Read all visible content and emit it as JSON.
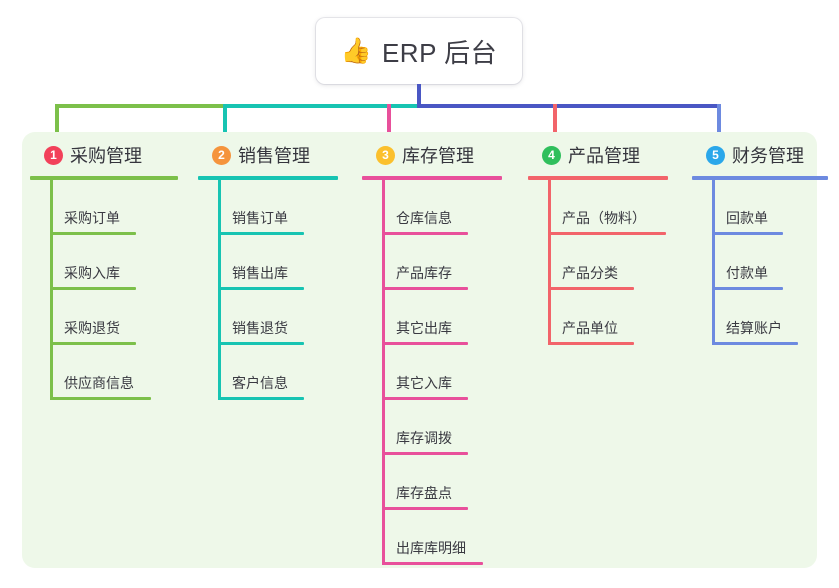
{
  "root": {
    "emoji": "👍",
    "emoji_name": "thumbs-up-icon",
    "label": "ERP 后台"
  },
  "palette": {
    "panel_bg": "#eef8e9",
    "page_bg": "#ffffff",
    "text": "#35353d",
    "trunk_center": "#4a57c4",
    "col1": "#7cc04a",
    "col2": "#17c4b2",
    "col3": "#e8509b",
    "col4": "#f2646a",
    "col5": "#6d8ae0",
    "badge1": "#f2415a",
    "badge2": "#f5943c",
    "badge3": "#fbc02d",
    "badge4": "#2fbf5c",
    "badge5": "#2aa7ea"
  },
  "columns": [
    {
      "index": "1",
      "title": "采购管理",
      "line_color": "#7cc04a",
      "badge_color": "#f2415a",
      "items": [
        "采购订单",
        "采购入库",
        "采购退货",
        "供应商信息"
      ]
    },
    {
      "index": "2",
      "title": "销售管理",
      "line_color": "#17c4b2",
      "badge_color": "#f5943c",
      "items": [
        "销售订单",
        "销售出库",
        "销售退货",
        "客户信息"
      ]
    },
    {
      "index": "3",
      "title": "库存管理",
      "line_color": "#e8509b",
      "badge_color": "#fbc02d",
      "items": [
        "仓库信息",
        "产品库存",
        "其它出库",
        "其它入库",
        "库存调拨",
        "库存盘点",
        "出库库明细"
      ]
    },
    {
      "index": "4",
      "title": "产品管理",
      "line_color": "#f2646a",
      "badge_color": "#2fbf5c",
      "items": [
        "产品（物料）",
        "产品分类",
        "产品单位"
      ]
    },
    {
      "index": "5",
      "title": "财务管理",
      "line_color": "#6d8ae0",
      "badge_color": "#2aa7ea",
      "items": [
        "回款单",
        "付款单",
        "结算账户"
      ]
    }
  ]
}
